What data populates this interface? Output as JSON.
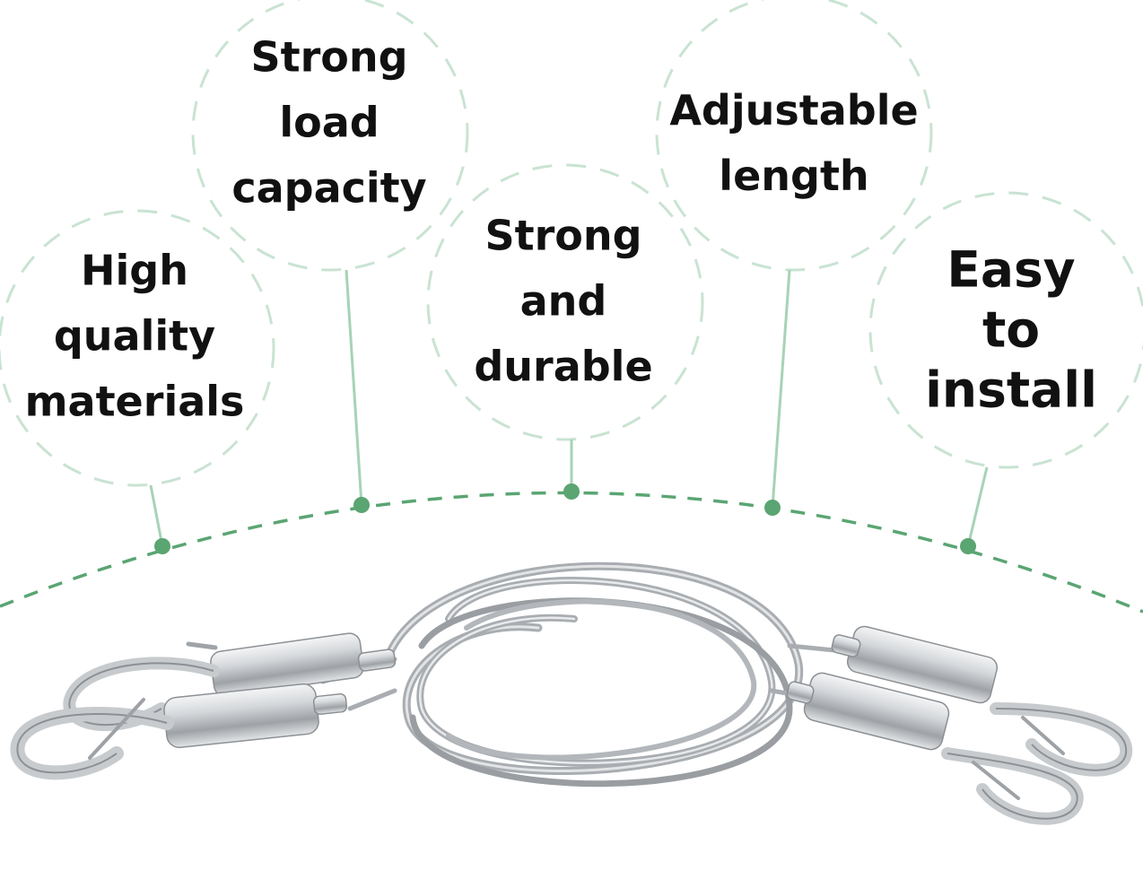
{
  "colors": {
    "accent": "#5aa572",
    "dash": "#c9e3d2",
    "text": "#111111",
    "steel": "#b8bcc0"
  },
  "features": [
    {
      "text": "High\nquality\nmaterials"
    },
    {
      "text": "Strong\nload\ncapacity"
    },
    {
      "text": "Strong\nand\ndurable"
    },
    {
      "text": "Adjustable\nlength"
    },
    {
      "text": "Easy\nto\ninstall"
    }
  ],
  "product": {
    "icon": "wire-rope-lanyard-icon"
  }
}
